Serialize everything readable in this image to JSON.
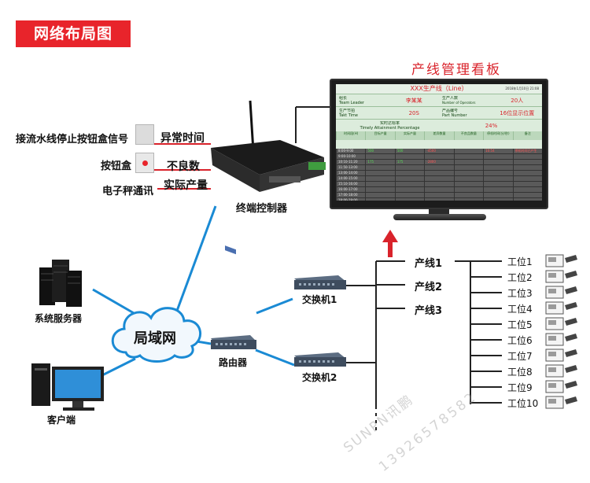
{
  "title": "网络布局图",
  "signals": {
    "line_stop_label": "接流水线停止按钮盒信号",
    "line_stop_tag": "异常时间",
    "button_box_label": "按钮盒",
    "button_box_tag": "不良数",
    "scale_label": "电子秤通讯",
    "scale_tag": "实际产量"
  },
  "controller": {
    "label": "终端控制器"
  },
  "board": {
    "title": "产线管理看板",
    "header": "XXX生产线（Line）",
    "date": "2018年1月10日 21:08",
    "leader_label_cn": "组长",
    "leader_label_en": "Team Leader",
    "leader_value": "李某某",
    "operators_label_cn": "生产人数",
    "operators_label_en": "Number of Operators",
    "operators_value": "20人",
    "takt_label_cn": "生产节拍",
    "takt_label_en": "Takt Time",
    "takt_value": "20S",
    "part_label_cn": "产品编号",
    "part_label_en": "Part Number",
    "part_value": "16位显示位置",
    "attain_label_cn": "实时达标率",
    "attain_label_en": "Timely Attainment Percentage",
    "attain_value": "24%",
    "columns": [
      "时间段(H)",
      "目标产量",
      "实际产量",
      "差异数量",
      "不良品数量",
      "停机时间(分/秒)",
      "备注"
    ],
    "rows": [
      [
        "8:00-9:00",
        "500",
        "500",
        "-4500",
        "",
        "10:54",
        "停机时间已产生"
      ],
      [
        "9:00-10:00",
        "",
        "",
        "",
        "",
        "",
        ""
      ],
      [
        "10:10-11:20",
        "175",
        "175",
        "-2800",
        "",
        "",
        ""
      ],
      [
        "11:50-13:00",
        "",
        "",
        "",
        "",
        "",
        ""
      ],
      [
        "13:00-14:00",
        "",
        "",
        "",
        "",
        "",
        ""
      ],
      [
        "14:00-15:00",
        "",
        "",
        "",
        "",
        "",
        ""
      ],
      [
        "15:10-16:00",
        "",
        "",
        "",
        "",
        "",
        ""
      ],
      [
        "16:00-17:00",
        "",
        "",
        "",
        "",
        "",
        ""
      ],
      [
        "17:00-18:00",
        "",
        "",
        "",
        "",
        "",
        ""
      ],
      [
        "18:00-19:00",
        "",
        "",
        "",
        "",
        "",
        ""
      ]
    ]
  },
  "network": {
    "server_label": "系统服务器",
    "client_label": "客户端",
    "lan_label": "局域网",
    "router_label": "路由器",
    "switch1_label": "交换机1",
    "switch2_label": "交换机2"
  },
  "lines": [
    "产线1",
    "产线2",
    "产线3"
  ],
  "stations": [
    "工位1",
    "工位2",
    "工位3",
    "工位4",
    "工位5",
    "工位6",
    "工位7",
    "工位8",
    "工位9",
    "工位10"
  ],
  "watermark": {
    "brand": "SUNPN讯鹏",
    "phone": "13926578582"
  },
  "colors": {
    "accent": "#e8242b",
    "link": "#1a8ad4",
    "arrow": "#d9232b"
  }
}
